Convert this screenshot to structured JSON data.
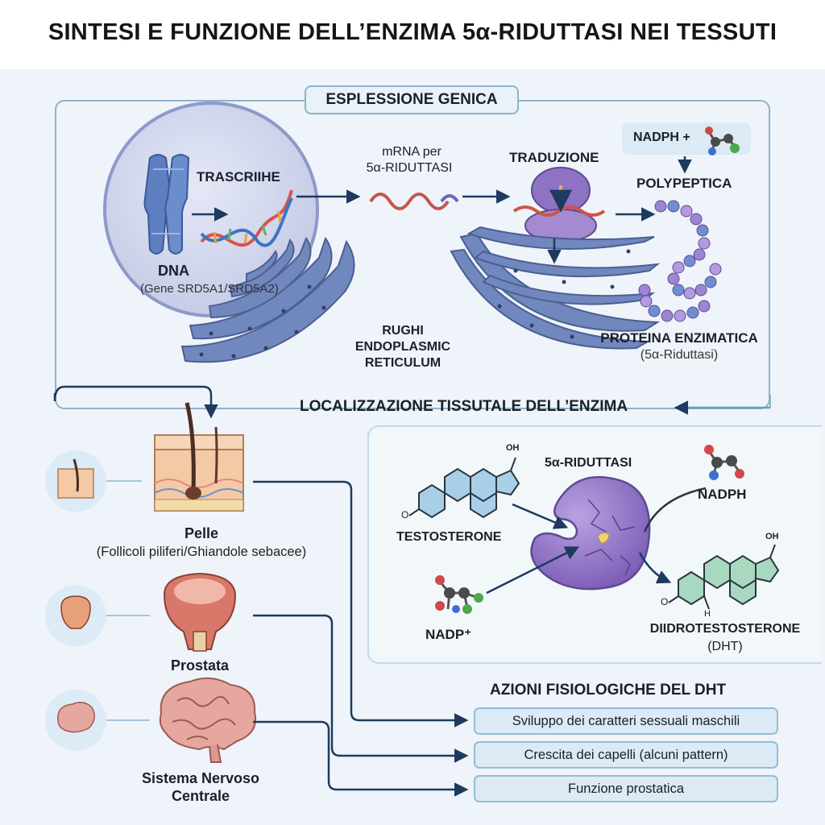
{
  "title": "SINTESI E FUNZIONE DELL’ENZIMA 5α-RIDUTTASI NEI TESSUTI",
  "gene_expression": {
    "section_label": "ESPLESSIONE GENICA",
    "transcription_label": "TRASCRIIHE",
    "dna_label": "DNA",
    "dna_gene": "(Gene SRD5A1/SRD5A2)",
    "mrna_label_line1": "mRNA per",
    "mrna_label_line2": "5α-RIDUTTASI",
    "translation_label": "TRADUZIONE",
    "nadph_label": "NADPH +",
    "polypeptide_label": "POLYPEPTICA",
    "er_label_line1": "RUGHI",
    "er_label_line2": "ENDOPLASMIC",
    "er_label_line3": "RETICULUM",
    "protein_label": "PROTEINA ENZIMATICA",
    "protein_sub": "(5α-Riduttasi)"
  },
  "localization": {
    "title": "LOCALIZZAZIONE TISSUTALE DELL’ENZIMA",
    "tissues": [
      {
        "name": "Pelle",
        "detail": "(Follicoli piliferi/Ghiandole sebacee)"
      },
      {
        "name": "Prostata",
        "detail": ""
      },
      {
        "name_line1": "Sistema Nervoso",
        "name_line2": "Centrale"
      }
    ]
  },
  "reaction": {
    "enzyme_label": "5α-RIDUTTASI",
    "substrate_label": "TESTOSTERONE",
    "cofactor_out_label": "NADPH",
    "cofactor_in_label": "NADP⁺",
    "product_label_line1": "DIIDROTESTOSTERONE",
    "product_label_line2": "(DHT)",
    "atom_oh": "OH",
    "atom_o": "O",
    "atom_h": "H"
  },
  "actions": {
    "title": "AZIONI FISIOLOGICHE DEL DHT",
    "items": [
      "Sviluppo dei caratteri sessuali maschili",
      "Crescita dei capelli (alcuni pattern)",
      "Funzione prostatica"
    ]
  },
  "colors": {
    "frame": "#8fb3c9",
    "arrow": "#1e3a5f",
    "enzyme": "#9678c8",
    "er": "#7088bd",
    "steroid": "#a8cfe8",
    "action_fill": "#dbeaf5"
  }
}
